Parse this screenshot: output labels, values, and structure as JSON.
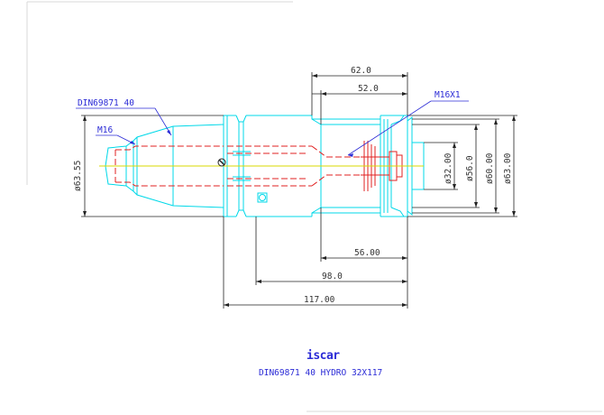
{
  "drawing": {
    "title": "DIN69871 40 HYDRO 32X117",
    "logo_text": "iscar",
    "callouts": {
      "taper": "DIN69871 40",
      "thread_back": "M16",
      "thread_front": "M16X1"
    },
    "dimensions": {
      "len_62": "62.0",
      "len_52": "52.0",
      "len_56": "56.00",
      "len_98": "98.0",
      "len_117": "117.00",
      "dia_flange": "ø63.55",
      "dia_32": "ø32.00",
      "dia_56": "ø56.0",
      "dia_60": "ø60.00",
      "dia_63": "ø63.00"
    },
    "colors": {
      "outline": "#00d8e8",
      "hidden": "#e02020",
      "dimension": "#222222",
      "centerline": "#d8d800",
      "callout": "#2b2bd6"
    }
  }
}
